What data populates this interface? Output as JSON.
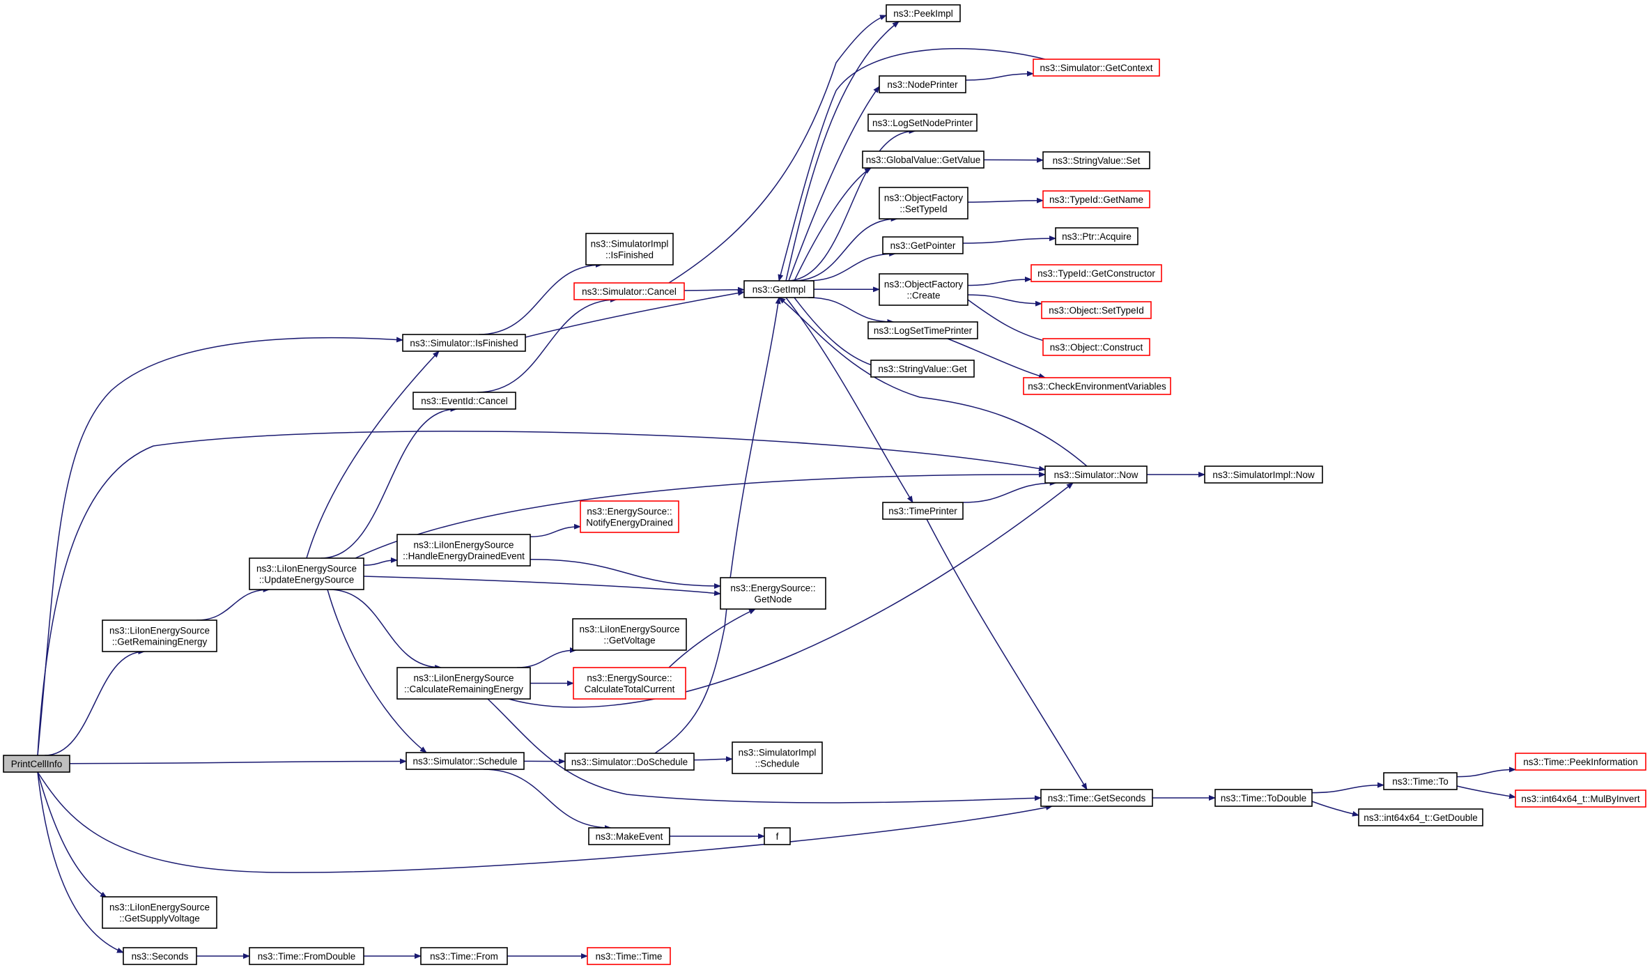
{
  "colors": {
    "edge": "#191970",
    "incomplete_border": "#ff0000",
    "normal_border": "#000000",
    "root_fill": "#bfbfbf",
    "node_fill": "#ffffff"
  },
  "nodes": [
    {
      "id": "printcellinfo",
      "lines": [
        "PrintCellInfo"
      ],
      "kind": "root"
    },
    {
      "id": "getremainingenergy",
      "lines": [
        "ns3::LiIonEnergySource",
        "::GetRemainingEnergy"
      ],
      "kind": "normal"
    },
    {
      "id": "getsupplyvoltage",
      "lines": [
        "ns3::LiIonEnergySource",
        "::GetSupplyVoltage"
      ],
      "kind": "normal"
    },
    {
      "id": "seconds",
      "lines": [
        "ns3::Seconds"
      ],
      "kind": "normal"
    },
    {
      "id": "updateenergysource",
      "lines": [
        "ns3::LiIonEnergySource",
        "::UpdateEnergySource"
      ],
      "kind": "normal"
    },
    {
      "id": "sim-isfinished",
      "lines": [
        "ns3::Simulator::IsFinished"
      ],
      "kind": "normal"
    },
    {
      "id": "eventid-cancel",
      "lines": [
        "ns3::EventId::Cancel"
      ],
      "kind": "normal"
    },
    {
      "id": "handleenergydrained",
      "lines": [
        "ns3::LiIonEnergySource",
        "::HandleEnergyDrainedEvent"
      ],
      "kind": "normal"
    },
    {
      "id": "calcremaining",
      "lines": [
        "ns3::LiIonEnergySource",
        "::CalculateRemainingEnergy"
      ],
      "kind": "normal"
    },
    {
      "id": "sim-schedule",
      "lines": [
        "ns3::Simulator::Schedule"
      ],
      "kind": "normal"
    },
    {
      "id": "time-fromdouble",
      "lines": [
        "ns3::Time::FromDouble"
      ],
      "kind": "normal"
    },
    {
      "id": "time-from",
      "lines": [
        "ns3::Time::From"
      ],
      "kind": "normal"
    },
    {
      "id": "time-time",
      "lines": [
        "ns3::Time::Time"
      ],
      "kind": "incomplete"
    },
    {
      "id": "simimpl-isfinished",
      "lines": [
        "ns3::SimulatorImpl",
        "::IsFinished"
      ],
      "kind": "normal"
    },
    {
      "id": "sim-cancel",
      "lines": [
        "ns3::Simulator::Cancel"
      ],
      "kind": "incomplete"
    },
    {
      "id": "notifyenergydrained",
      "lines": [
        "ns3::EnergySource::",
        "NotifyEnergyDrained"
      ],
      "kind": "incomplete"
    },
    {
      "id": "getvoltage",
      "lines": [
        "ns3::LiIonEnergySource",
        "::GetVoltage"
      ],
      "kind": "normal"
    },
    {
      "id": "calctotalcurrent",
      "lines": [
        "ns3::EnergySource::",
        "CalculateTotalCurrent"
      ],
      "kind": "incomplete"
    },
    {
      "id": "sim-doschedule",
      "lines": [
        "ns3::Simulator::DoSchedule"
      ],
      "kind": "normal"
    },
    {
      "id": "makeevent",
      "lines": [
        "ns3::MakeEvent"
      ],
      "kind": "normal"
    },
    {
      "id": "getimpl",
      "lines": [
        "ns3::GetImpl"
      ],
      "kind": "normal"
    },
    {
      "id": "es-getnode",
      "lines": [
        "ns3::EnergySource::",
        "GetNode"
      ],
      "kind": "normal"
    },
    {
      "id": "simimpl-schedule",
      "lines": [
        "ns3::SimulatorImpl",
        "::Schedule"
      ],
      "kind": "normal"
    },
    {
      "id": "f",
      "lines": [
        "f"
      ],
      "kind": "normal"
    },
    {
      "id": "peekimpl",
      "lines": [
        "ns3::PeekImpl"
      ],
      "kind": "normal"
    },
    {
      "id": "nodeprinter",
      "lines": [
        "ns3::NodePrinter"
      ],
      "kind": "normal"
    },
    {
      "id": "logsetnodeprinter",
      "lines": [
        "ns3::LogSetNodePrinter"
      ],
      "kind": "normal"
    },
    {
      "id": "gv-getvalue",
      "lines": [
        "ns3::GlobalValue::GetValue"
      ],
      "kind": "normal"
    },
    {
      "id": "of-settypeid",
      "lines": [
        "ns3::ObjectFactory",
        "::SetTypeId"
      ],
      "kind": "normal"
    },
    {
      "id": "getpointer",
      "lines": [
        "ns3::GetPointer"
      ],
      "kind": "normal"
    },
    {
      "id": "of-create",
      "lines": [
        "ns3::ObjectFactory",
        "::Create"
      ],
      "kind": "normal"
    },
    {
      "id": "logsettimeprinter",
      "lines": [
        "ns3::LogSetTimePrinter"
      ],
      "kind": "normal"
    },
    {
      "id": "sv-get",
      "lines": [
        "ns3::StringValue::Get"
      ],
      "kind": "normal"
    },
    {
      "id": "timeprinter",
      "lines": [
        "ns3::TimePrinter"
      ],
      "kind": "normal"
    },
    {
      "id": "sim-now",
      "lines": [
        "ns3::Simulator::Now"
      ],
      "kind": "normal"
    },
    {
      "id": "time-getseconds",
      "lines": [
        "ns3::Time::GetSeconds"
      ],
      "kind": "normal"
    },
    {
      "id": "sim-getcontext",
      "lines": [
        "ns3::Simulator::GetContext"
      ],
      "kind": "incomplete"
    },
    {
      "id": "sv-set",
      "lines": [
        "ns3::StringValue::Set"
      ],
      "kind": "normal"
    },
    {
      "id": "typeid-getname",
      "lines": [
        "ns3::TypeId::GetName"
      ],
      "kind": "incomplete"
    },
    {
      "id": "ptr-acquire",
      "lines": [
        "ns3::Ptr::Acquire"
      ],
      "kind": "normal"
    },
    {
      "id": "typeid-getconstructor",
      "lines": [
        "ns3::TypeId::GetConstructor"
      ],
      "kind": "incomplete"
    },
    {
      "id": "object-settypeid",
      "lines": [
        "ns3::Object::SetTypeId"
      ],
      "kind": "incomplete"
    },
    {
      "id": "object-construct",
      "lines": [
        "ns3::Object::Construct"
      ],
      "kind": "incomplete"
    },
    {
      "id": "checkenv",
      "lines": [
        "ns3::CheckEnvironmentVariables"
      ],
      "kind": "incomplete"
    },
    {
      "id": "simimpl-now",
      "lines": [
        "ns3::SimulatorImpl::Now"
      ],
      "kind": "normal"
    },
    {
      "id": "time-todouble",
      "lines": [
        "ns3::Time::ToDouble"
      ],
      "kind": "normal"
    },
    {
      "id": "time-to",
      "lines": [
        "ns3::Time::To"
      ],
      "kind": "normal"
    },
    {
      "id": "int64-getdouble",
      "lines": [
        "ns3::int64x64_t::GetDouble"
      ],
      "kind": "normal"
    },
    {
      "id": "time-peekinformation",
      "lines": [
        "ns3::Time::PeekInformation"
      ],
      "kind": "incomplete"
    },
    {
      "id": "int64-mulbyinvert",
      "lines": [
        "ns3::int64x64_t::MulByInvert"
      ],
      "kind": "incomplete"
    }
  ],
  "edges": [
    [
      "printcellinfo",
      "sim-isfinished"
    ],
    [
      "printcellinfo",
      "sim-now"
    ],
    [
      "printcellinfo",
      "getremainingenergy"
    ],
    [
      "printcellinfo",
      "sim-schedule"
    ],
    [
      "printcellinfo",
      "time-getseconds"
    ],
    [
      "printcellinfo",
      "getsupplyvoltage"
    ],
    [
      "printcellinfo",
      "seconds"
    ],
    [
      "getremainingenergy",
      "updateenergysource"
    ],
    [
      "updateenergysource",
      "sim-isfinished"
    ],
    [
      "updateenergysource",
      "eventid-cancel"
    ],
    [
      "updateenergysource",
      "sim-now"
    ],
    [
      "updateenergysource",
      "handleenergydrained"
    ],
    [
      "updateenergysource",
      "es-getnode"
    ],
    [
      "updateenergysource",
      "calcremaining"
    ],
    [
      "updateenergysource",
      "sim-schedule"
    ],
    [
      "sim-isfinished",
      "simimpl-isfinished"
    ],
    [
      "sim-isfinished",
      "getimpl"
    ],
    [
      "eventid-cancel",
      "sim-cancel"
    ],
    [
      "sim-cancel",
      "getimpl"
    ],
    [
      "sim-cancel",
      "peekimpl"
    ],
    [
      "handleenergydrained",
      "notifyenergydrained"
    ],
    [
      "handleenergydrained",
      "es-getnode"
    ],
    [
      "calcremaining",
      "getvoltage"
    ],
    [
      "calcremaining",
      "calctotalcurrent"
    ],
    [
      "calcremaining",
      "sim-now"
    ],
    [
      "calcremaining",
      "time-getseconds"
    ],
    [
      "calctotalcurrent",
      "es-getnode"
    ],
    [
      "sim-schedule",
      "sim-doschedule"
    ],
    [
      "sim-schedule",
      "makeevent"
    ],
    [
      "sim-doschedule",
      "getimpl"
    ],
    [
      "sim-doschedule",
      "simimpl-schedule"
    ],
    [
      "makeevent",
      "f"
    ],
    [
      "seconds",
      "time-fromdouble"
    ],
    [
      "time-fromdouble",
      "time-from"
    ],
    [
      "time-from",
      "time-time"
    ],
    [
      "getimpl",
      "peekimpl"
    ],
    [
      "getimpl",
      "nodeprinter"
    ],
    [
      "getimpl",
      "logsetnodeprinter"
    ],
    [
      "getimpl",
      "gv-getvalue"
    ],
    [
      "getimpl",
      "of-settypeid"
    ],
    [
      "getimpl",
      "getpointer"
    ],
    [
      "getimpl",
      "of-create"
    ],
    [
      "getimpl",
      "logsettimeprinter"
    ],
    [
      "getimpl",
      "sv-get"
    ],
    [
      "getimpl",
      "timeprinter"
    ],
    [
      "sim-getcontext",
      "getimpl"
    ],
    [
      "sim-now",
      "getimpl"
    ],
    [
      "nodeprinter",
      "sim-getcontext"
    ],
    [
      "gv-getvalue",
      "sv-set"
    ],
    [
      "of-settypeid",
      "typeid-getname"
    ],
    [
      "getpointer",
      "ptr-acquire"
    ],
    [
      "of-create",
      "typeid-getconstructor"
    ],
    [
      "of-create",
      "object-settypeid"
    ],
    [
      "of-create",
      "object-construct"
    ],
    [
      "logsettimeprinter",
      "checkenv"
    ],
    [
      "timeprinter",
      "sim-now"
    ],
    [
      "timeprinter",
      "time-getseconds"
    ],
    [
      "sim-now",
      "simimpl-now"
    ],
    [
      "time-getseconds",
      "time-todouble"
    ],
    [
      "time-todouble",
      "time-to"
    ],
    [
      "time-todouble",
      "int64-getdouble"
    ],
    [
      "time-to",
      "time-peekinformation"
    ],
    [
      "time-to",
      "int64-mulbyinvert"
    ]
  ]
}
